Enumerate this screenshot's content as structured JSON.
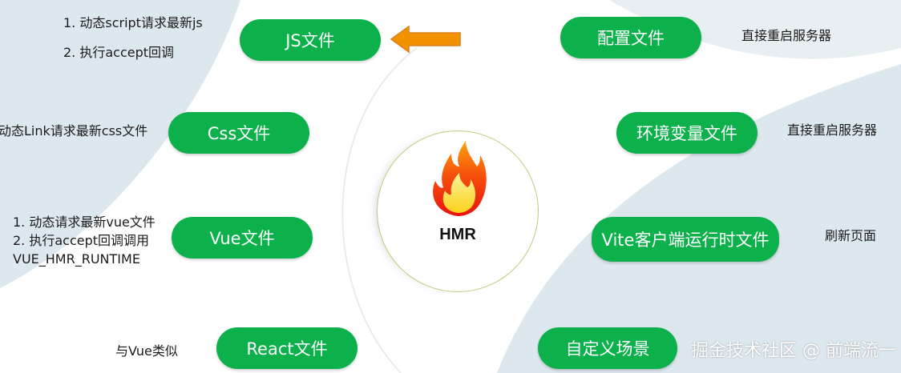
{
  "center": {
    "label": "HMR"
  },
  "nodes": {
    "js": "JS文件",
    "css": "Css文件",
    "vue": "Vue文件",
    "react": "React文件",
    "config": "配置文件",
    "env": "环境变量文件",
    "vite_client": "Vite客户端运行时文件",
    "custom": "自定义场景"
  },
  "notes": {
    "js_line1": "1. 动态script请求最新js",
    "js_line2": "2. 执行accept回调",
    "css": "动态Link请求最新css文件",
    "vue_line1": "1. 动态请求最新vue文件",
    "vue_line2": "2. 执行accept回调调用",
    "vue_line3": "VUE_HMR_RUNTIME",
    "react": "与Vue类似",
    "config": "直接重启服务器",
    "env": "直接重启服务器",
    "vite_client": "刷新页面"
  },
  "watermark": "掘金技术社区 @ 前端流一",
  "colors": {
    "pill": "#0db14b",
    "arrow": "#f39200",
    "arrow_stroke": "#d9821a",
    "background_blob": "#dde8ee",
    "ring_stroke": "#b9cf7f"
  },
  "icons": {
    "center": "flame-icon",
    "pointer": "left-arrow-icon"
  }
}
